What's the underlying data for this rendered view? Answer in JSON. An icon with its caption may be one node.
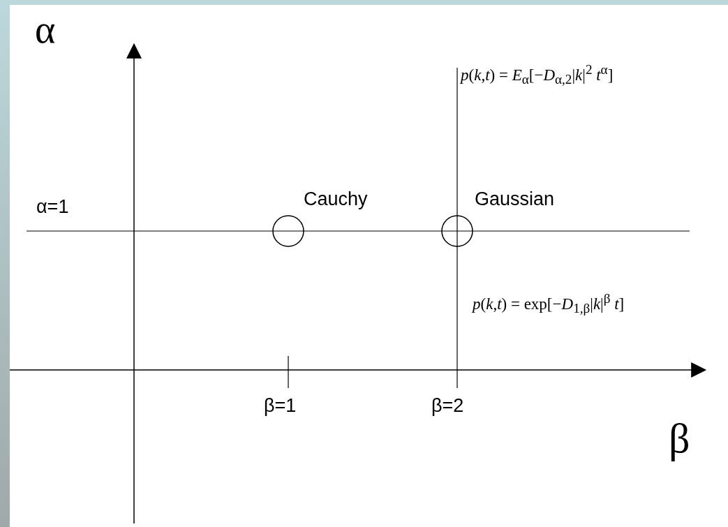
{
  "diagram": {
    "labels": [
      "α",
      "α=1",
      "Cauchy",
      "Gaussian",
      "*p*(*k*,*t*) = *E*$_{α}$[−*D*$_{α,2}$|*k*|$^{2}$ *t*$^{α}$]",
      "*p*(*k*,*t*) = exp[−*D*$_{1,β}$|*k*|$^{β}$ *t*]",
      "β=1",
      "β=2",
      "β"
    ]
  }
}
